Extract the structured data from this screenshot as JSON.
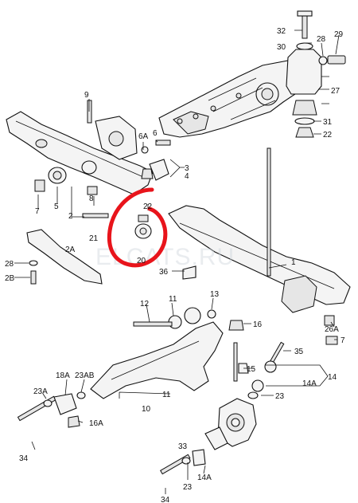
{
  "diagram": {
    "watermark": "ELCATS.RU",
    "accent_color": "#e8141b",
    "labels": {
      "l32": "32",
      "l28": "28",
      "l29": "29",
      "l30": "30",
      "l27": "27",
      "l31": "31",
      "l22a": "22",
      "l9": "9",
      "l6a": "6A",
      "l6": "6",
      "l3": "3",
      "l4": "4",
      "l8": "8",
      "l7": "7",
      "l5": "5",
      "l2": "2",
      "l22b": "22",
      "l21": "21",
      "l20": "20",
      "l2a": "2A",
      "l28b": "28",
      "l2b": "2B",
      "l36": "36",
      "l1": "1",
      "l12": "12",
      "l11": "11",
      "l13": "13",
      "l16": "16",
      "l26a": "26A",
      "l7b": "7",
      "l35": "35",
      "l14": "14",
      "l15": "15",
      "l14a": "14A",
      "l18a": "18A",
      "l23ab": "23AB",
      "l23a": "23A",
      "l16a": "16A",
      "l11b": "11",
      "l10": "10",
      "l23": "23",
      "l34": "34",
      "l33": "33",
      "l14ab": "14A",
      "l23b": "23",
      "l34b": "34"
    }
  }
}
